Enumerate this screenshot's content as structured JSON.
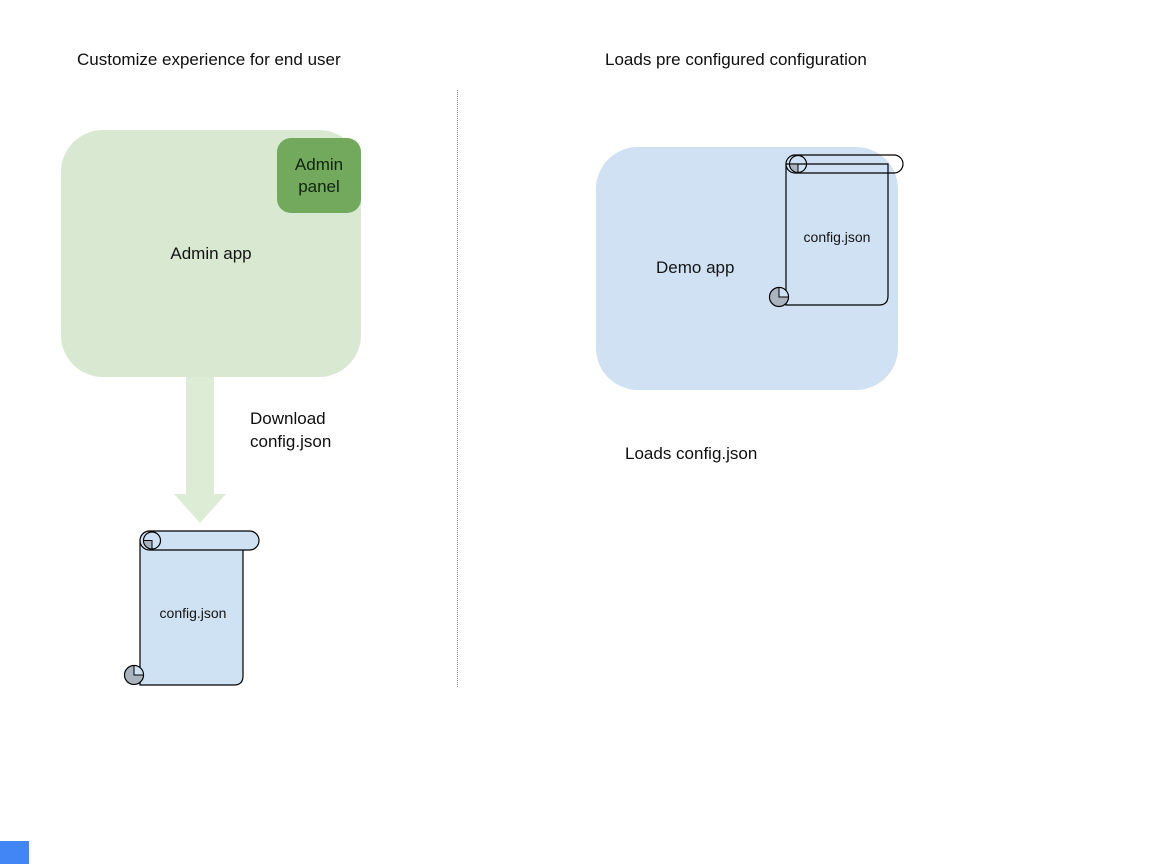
{
  "left_section": {
    "title": "Customize experience for end user",
    "admin_app_label": "Admin app",
    "admin_panel_label": "Admin panel",
    "arrow_label": "Download\nconfig.json",
    "config_file_label": "config.json"
  },
  "right_section": {
    "title": "Loads pre configured configuration",
    "demo_app_label": "Demo app",
    "config_file_label": "config.json",
    "caption": "Loads config.json"
  },
  "colors": {
    "admin_box_fill": "#d8e8d1",
    "admin_panel_fill": "#72a95c",
    "arrow_fill": "#ddecd4",
    "scroll_fill": "#cfe2f3",
    "demo_box_fill": "#cfe1f3",
    "curl_gray": "#a9b4bf",
    "corner_box_blue": "#4285f4"
  }
}
